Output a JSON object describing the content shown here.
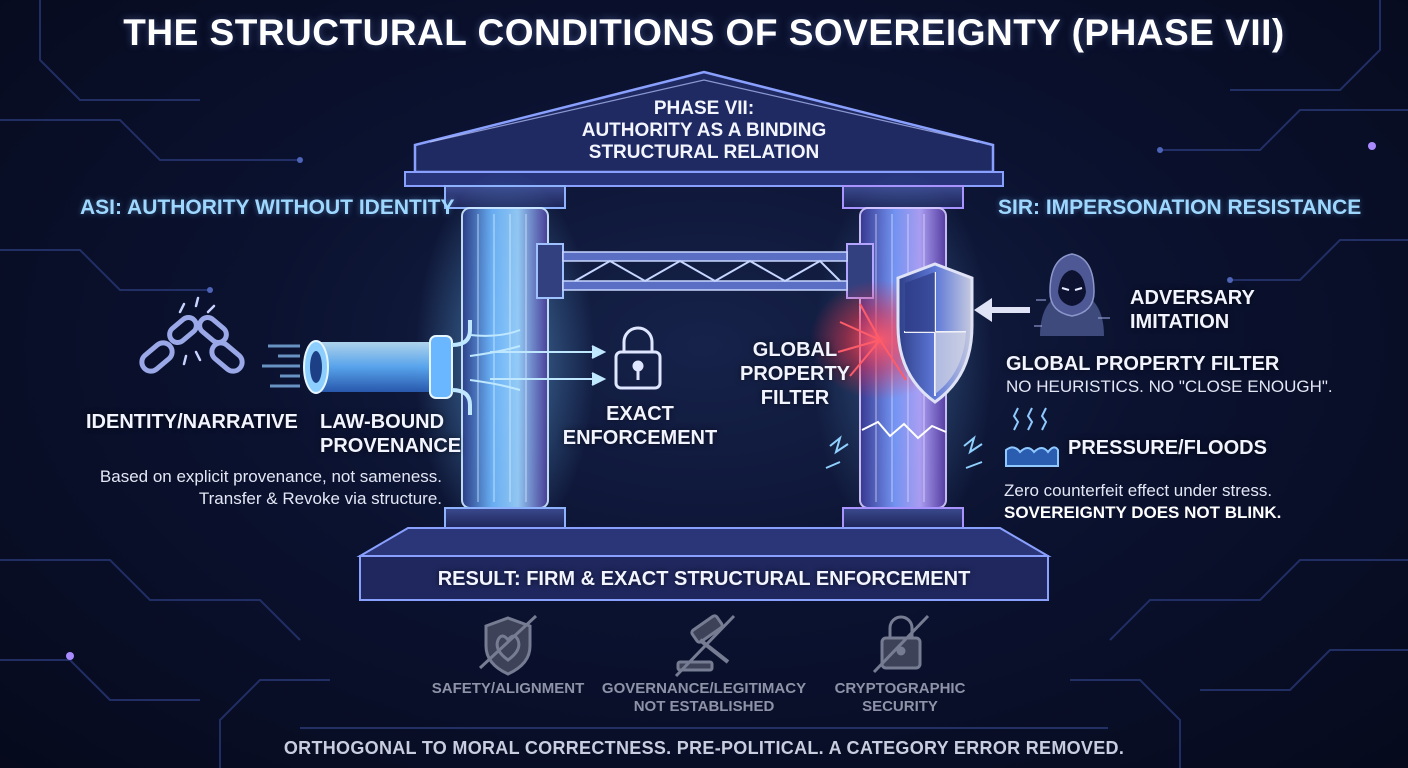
{
  "title": "THE STRUCTURAL CONDITIONS OF SOVEREIGNTY (PHASE VII)",
  "pediment": {
    "line1": "PHASE VII:",
    "line2": "AUTHORITY AS A BINDING",
    "line3": "STRUCTURAL RELATION"
  },
  "left": {
    "heading": "ASI: AUTHORITY WITHOUT IDENTITY",
    "identity_label": "IDENTITY/NARRATIVE",
    "provenance_line1": "LAW-BOUND",
    "provenance_line2": "PROVENANCE",
    "desc_line1": "Based on explicit provenance, not sameness.",
    "desc_line2": "Transfer & Revoke via structure."
  },
  "center": {
    "enforce_line1": "EXACT",
    "enforce_line2": "ENFORCEMENT",
    "filter_line1": "GLOBAL",
    "filter_line2": "PROPERTY",
    "filter_line3": "FILTER"
  },
  "right": {
    "heading": "SIR: IMPERSONATION RESISTANCE",
    "adversary_line1": "ADVERSARY",
    "adversary_line2": "IMITATION",
    "filter_heading": "GLOBAL PROPERTY FILTER",
    "filter_desc": "NO HEURISTICS. NO \"CLOSE ENOUGH\".",
    "pressure_label": "PRESSURE/FLOODS",
    "stress_line1": "Zero counterfeit effect under stress.",
    "stress_line2": "SOVEREIGNTY DOES NOT BLINK."
  },
  "base_label": "RESULT: FIRM & EXACT STRUCTURAL ENFORCEMENT",
  "not_items": [
    {
      "line1": "SAFETY/ALIGNMENT",
      "line2": "",
      "icon": "heart-shield-icon"
    },
    {
      "line1": "GOVERNANCE/LEGITIMACY",
      "line2": "NOT ESTABLISHED",
      "icon": "gavel-icon"
    },
    {
      "line1": "CRYPTOGRAPHIC",
      "line2": "SECURITY",
      "icon": "padlock-icon"
    }
  ],
  "footer": "ORTHOGONAL TO MORAL CORRECTNESS. PRE-POLITICAL. A CATEGORY ERROR REMOVED.",
  "colors": {
    "background": "#0b1230",
    "accent_cyan": "#7fd0ff",
    "accent_violet": "#9a7dff",
    "alert_red": "#ff3b4a",
    "muted_gray": "#8e93a8"
  }
}
